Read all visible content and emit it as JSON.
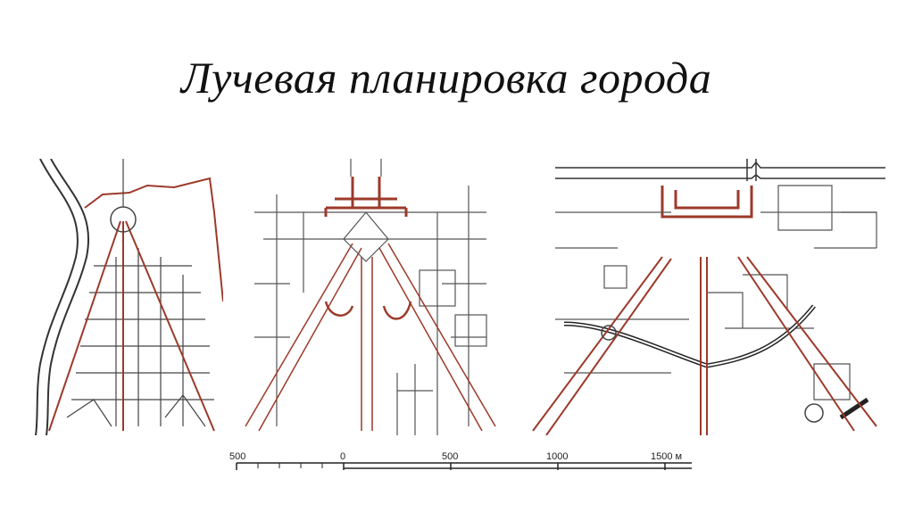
{
  "title": "Лучевая планировка города",
  "colors": {
    "road": "#9c3a2a",
    "ink": "#333333",
    "background": "#ffffff"
  },
  "scale_bar": {
    "labels": [
      "500",
      "0",
      "500",
      "1000",
      "1500 м"
    ]
  },
  "plans": [
    {
      "name": "plan-rome"
    },
    {
      "name": "plan-versailles"
    },
    {
      "name": "plan-st-petersburg"
    }
  ]
}
